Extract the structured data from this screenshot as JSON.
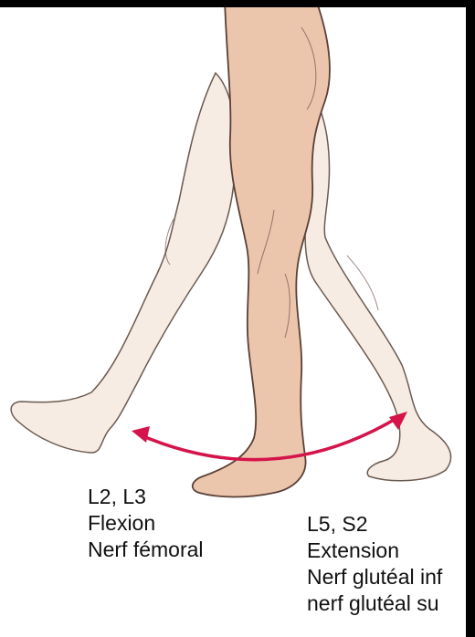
{
  "colors": {
    "back_leg_fill": "#f6ece3",
    "back_leg_stroke": "#6b5a50",
    "front_leg_fill": "#ecc5ad",
    "front_leg_stroke": "#5a4036",
    "arrow": "#d4144a",
    "text": "#111111"
  },
  "left_label": {
    "roots": "L2, L3",
    "movement": "Flexion",
    "nerve": "Nerf fémoral"
  },
  "right_label": {
    "roots": "L5, S2",
    "movement": "Extension",
    "nerve_line1": "Nerf glutéal inf",
    "nerve_line2": "nerf glutéal su"
  }
}
